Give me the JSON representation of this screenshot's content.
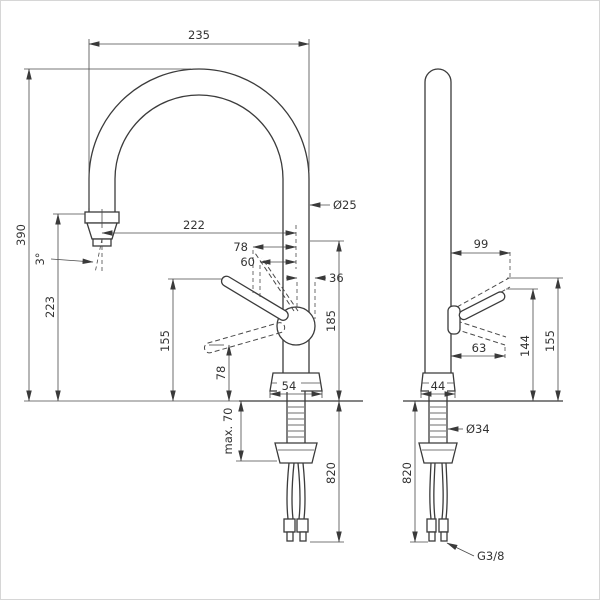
{
  "drawing": {
    "type": "technical dimension drawing",
    "subject": "kitchen faucet, front and side view"
  },
  "front": {
    "dims": {
      "spout_reach_overall": "235",
      "height_to_spout_top": "390",
      "height_to_outlet": "223",
      "spray_angle": "3°",
      "reach_to_outlet": "222",
      "handle_offset_a": "78",
      "handle_offset_b": "60",
      "spout_diameter": "Ø25",
      "handle_offset_c": "36",
      "handle_height_a": "155",
      "handle_height_b": "78",
      "body_height": "185",
      "base_width": "54",
      "max_mounting_thickness": "max. 70",
      "hose_length": "820"
    }
  },
  "side": {
    "dims": {
      "handle_reach": "99",
      "handle_height_low": "144",
      "handle_height_high": "155",
      "handle_depth": "63",
      "base_width": "44",
      "shank_diameter": "Ø34",
      "hose_length": "820",
      "connection_thread": "G3/8"
    }
  }
}
